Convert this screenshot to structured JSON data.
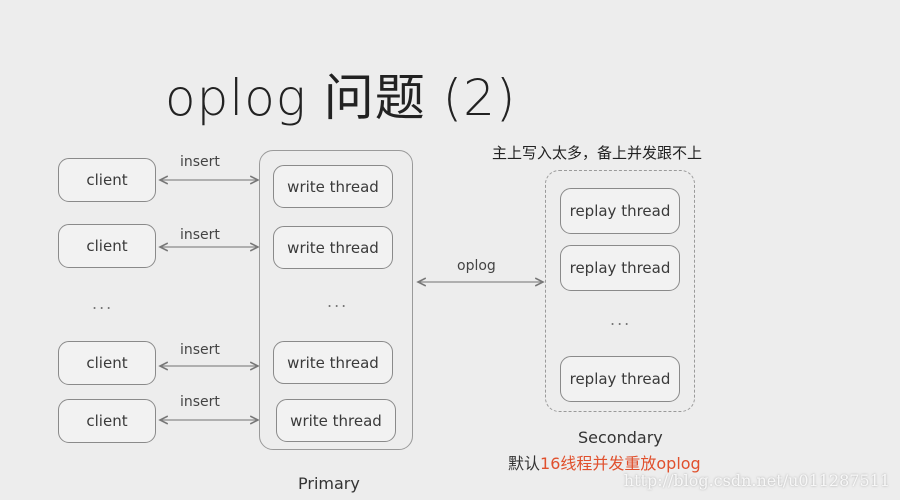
{
  "title": "oplog 问题 (2)",
  "clients": [
    "client",
    "client",
    "client",
    "client"
  ],
  "ellipsis": "...",
  "insert_label": "insert",
  "primary": {
    "threads": [
      "write thread",
      "write thread",
      "write thread",
      "write thread"
    ],
    "label": "Primary"
  },
  "oplog_label": "oplog",
  "secondary": {
    "note": "主上写入太多，备上并发跟不上",
    "threads": [
      "replay thread",
      "replay thread",
      "replay thread"
    ],
    "label": "Secondary",
    "caption_prefix": "默认",
    "caption_highlight": "16线程并发重放oplog"
  },
  "watermark": "http://blog.csdn.net/u011287511",
  "colors": {
    "highlight": "#e0502d",
    "line": "#8a8a8a"
  }
}
